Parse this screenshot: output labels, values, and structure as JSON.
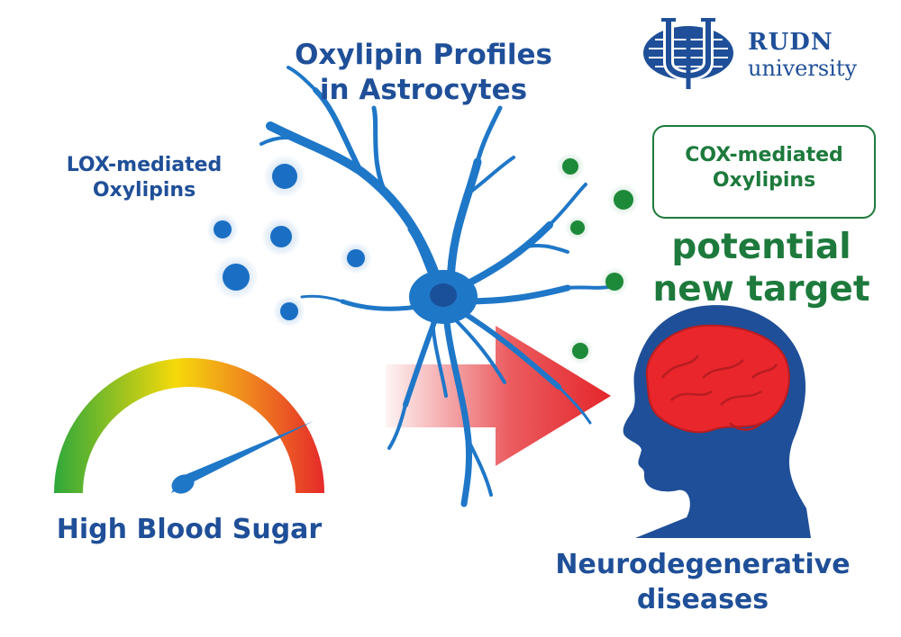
{
  "title": "Oxylipin Profiles\nin Astrocytes",
  "lox_label": "LOX-mediated\nOxylipins",
  "cox_label": "COX-mediated\nOxylipins",
  "target_label": "potential\nnew target",
  "sugar_label": "High Blood Sugar",
  "disease_label": "Neurodegenerative\ndiseases",
  "logo": {
    "name": "RUDN",
    "sub": "university"
  },
  "colors": {
    "primary_blue": "#1f4f98",
    "cell_blue": "#1f77c8",
    "dot_blue": "#1a6fc4",
    "dot_green": "#1d8a3a",
    "arrow_red": "#e4262b",
    "brain_red": "#e8262b",
    "gauge_green": "#2fa83a",
    "gauge_yellow": "#f5d90a",
    "gauge_red": "#e52a2a"
  },
  "icons": [
    "astrocyte-icon",
    "speedometer-gauge-icon",
    "human-head-brain-icon",
    "right-arrow-icon",
    "rudn-logo-icon"
  ]
}
